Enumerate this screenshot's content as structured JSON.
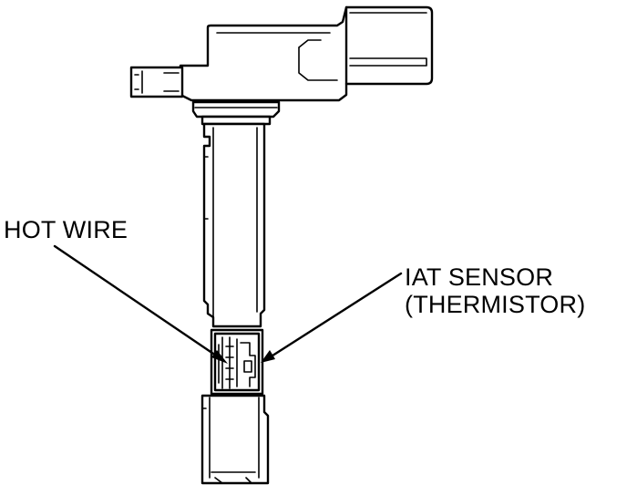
{
  "labels": {
    "hot_wire": "HOT WIRE",
    "iat_sensor_line1": "IAT SENSOR",
    "iat_sensor_line2": "(THERMISTOR)"
  },
  "colors": {
    "line": "#000000",
    "background": "#ffffff"
  }
}
